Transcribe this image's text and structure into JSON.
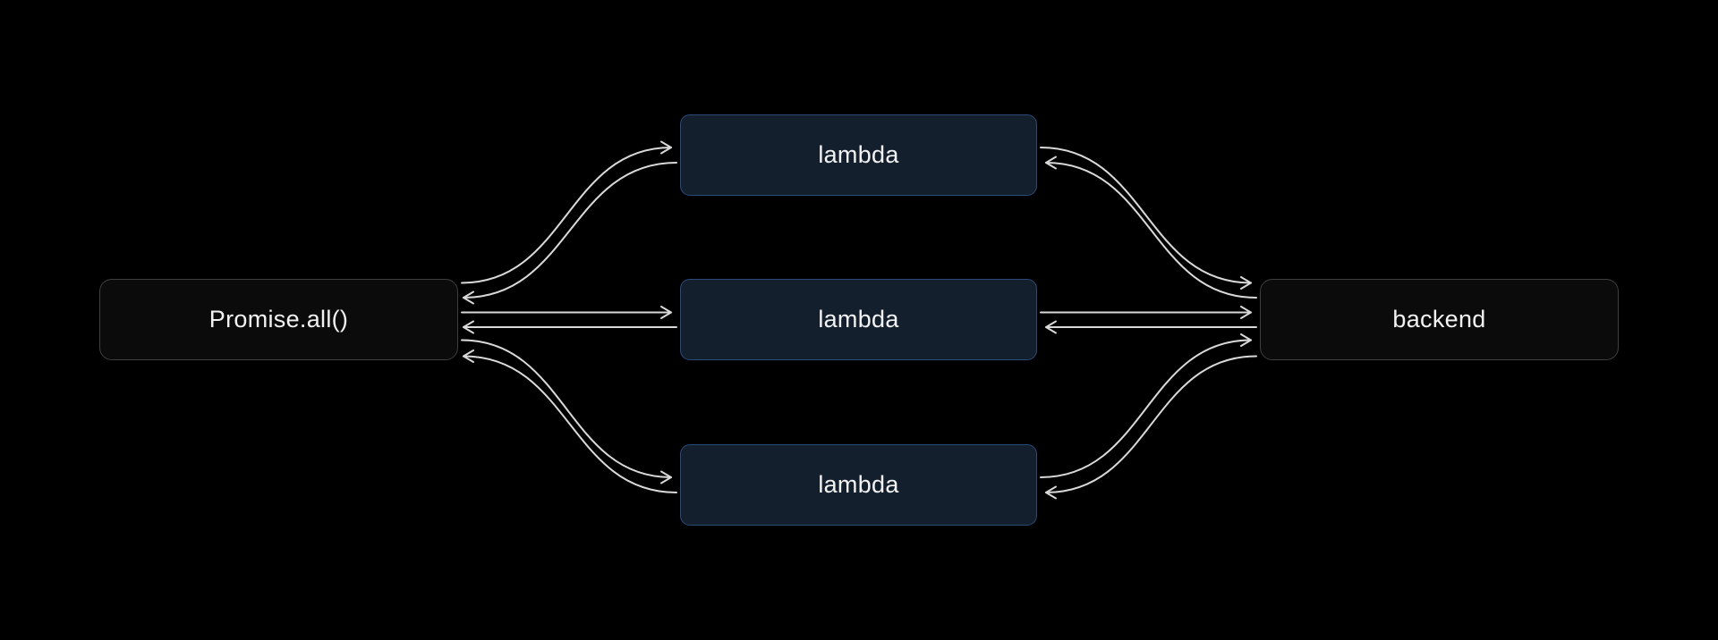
{
  "diagram": {
    "nodes": [
      {
        "id": "promise",
        "label": "Promise.all()",
        "style": "neutral"
      },
      {
        "id": "lambda-1",
        "label": "lambda",
        "style": "blue"
      },
      {
        "id": "lambda-2",
        "label": "lambda",
        "style": "blue"
      },
      {
        "id": "lambda-3",
        "label": "lambda",
        "style": "blue"
      },
      {
        "id": "backend",
        "label": "backend",
        "style": "neutral"
      }
    ],
    "edges": [
      {
        "from": "promise",
        "to": "lambda-1"
      },
      {
        "from": "lambda-1",
        "to": "promise"
      },
      {
        "from": "promise",
        "to": "lambda-2"
      },
      {
        "from": "lambda-2",
        "to": "promise"
      },
      {
        "from": "promise",
        "to": "lambda-3"
      },
      {
        "from": "lambda-3",
        "to": "promise"
      },
      {
        "from": "lambda-1",
        "to": "backend"
      },
      {
        "from": "backend",
        "to": "lambda-1"
      },
      {
        "from": "lambda-2",
        "to": "backend"
      },
      {
        "from": "backend",
        "to": "lambda-2"
      },
      {
        "from": "lambda-3",
        "to": "backend"
      },
      {
        "from": "backend",
        "to": "lambda-3"
      }
    ],
    "colors": {
      "background": "#000000",
      "edge": "#d9d9d9",
      "text": "#f2f2f2",
      "neutral_fill": "#0b0b0b",
      "neutral_border": "#3f3f3f",
      "blue_fill": "#141f2e",
      "blue_border": "#2b4a7a"
    }
  }
}
